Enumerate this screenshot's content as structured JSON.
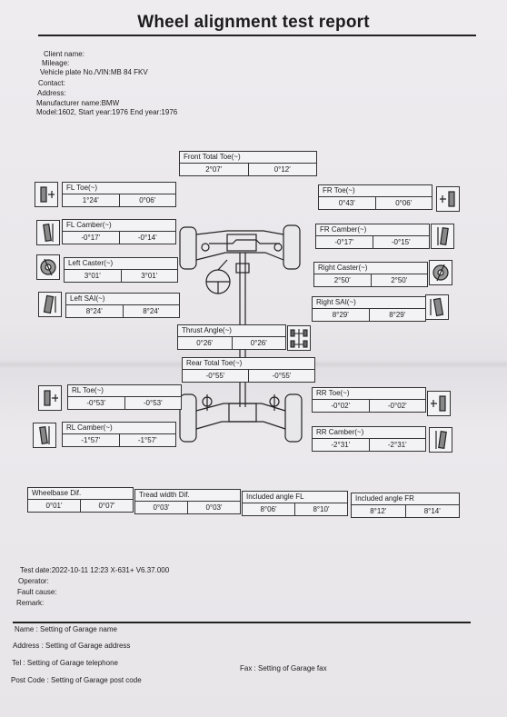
{
  "report": {
    "title": "Wheel alignment test report",
    "client_name": "Client name:",
    "mileage": "Mileage:",
    "plate": "Vehicle plate No./VIN:MB 84 FKV",
    "contact": "Contact:",
    "address": "Address:",
    "manufacturer": "Manufacturer name:BMW",
    "model": "Model:1602, Start year:1976  End year:1976"
  },
  "measurements": {
    "front_total_toe": {
      "label": "Front Total Toe(~)",
      "v1": "2°07'",
      "v2": "0°12'"
    },
    "fl_toe": {
      "label": "FL Toe(~)",
      "v1": "1°24'",
      "v2": "0°06'"
    },
    "fr_toe": {
      "label": "FR Toe(~)",
      "v1": "0°43'",
      "v2": "0°06'"
    },
    "fl_camber": {
      "label": "FL Camber(~)",
      "v1": "-0°17'",
      "v2": "-0°14'"
    },
    "fr_camber": {
      "label": "FR Camber(~)",
      "v1": "-0°17'",
      "v2": "-0°15'"
    },
    "left_caster": {
      "label": "Left Caster(~)",
      "v1": "3°01'",
      "v2": "3°01'"
    },
    "right_caster": {
      "label": "Right Caster(~)",
      "v1": "2°50'",
      "v2": "2°50'"
    },
    "left_sai": {
      "label": "Left SAI(~)",
      "v1": "8°24'",
      "v2": "8°24'"
    },
    "right_sai": {
      "label": "Right SAI(~)",
      "v1": "8°29'",
      "v2": "8°29'"
    },
    "thrust_angle": {
      "label": "Thrust Angle(~)",
      "v1": "0°26'",
      "v2": "0°26'"
    },
    "rear_total_toe": {
      "label": "Rear Total Toe(~)",
      "v1": "-0°55'",
      "v2": "-0°55'"
    },
    "rl_toe": {
      "label": "RL Toe(~)",
      "v1": "-0°53'",
      "v2": "-0°53'"
    },
    "rr_toe": {
      "label": "RR Toe(~)",
      "v1": "-0°02'",
      "v2": "-0°02'"
    },
    "rl_camber": {
      "label": "RL Camber(~)",
      "v1": "-1°57'",
      "v2": "-1°57'"
    },
    "rr_camber": {
      "label": "RR Camber(~)",
      "v1": "-2°31'",
      "v2": "-2°31'"
    },
    "wheelbase_dif": {
      "label": "Wheelbase Dif.",
      "v1": "0°01'",
      "v2": "0°07'"
    },
    "tread_width_dif": {
      "label": "Tread width Dif.",
      "v1": "0°03'",
      "v2": "0°03'"
    },
    "included_angle_fl": {
      "label": "Included angle FL",
      "v1": "8°06'",
      "v2": "8°10'"
    },
    "included_angle_fr": {
      "label": "Included angle FR",
      "v1": "8°12'",
      "v2": "8°14'"
    }
  },
  "test": {
    "date": "Test date:2022-10-11  12:23  X-631+ V6.37.000",
    "operator": "Operator:",
    "fault_cause": "Fault cause:",
    "remark": "Remark:"
  },
  "garage": {
    "name": "Name : Setting of Garage name",
    "address": "Address : Setting of Garage address",
    "telephone": "Tel : Setting of Garage telephone",
    "post_code": "Post Code : Setting of Garage post code",
    "fax": "Fax : Setting of Garage fax"
  }
}
